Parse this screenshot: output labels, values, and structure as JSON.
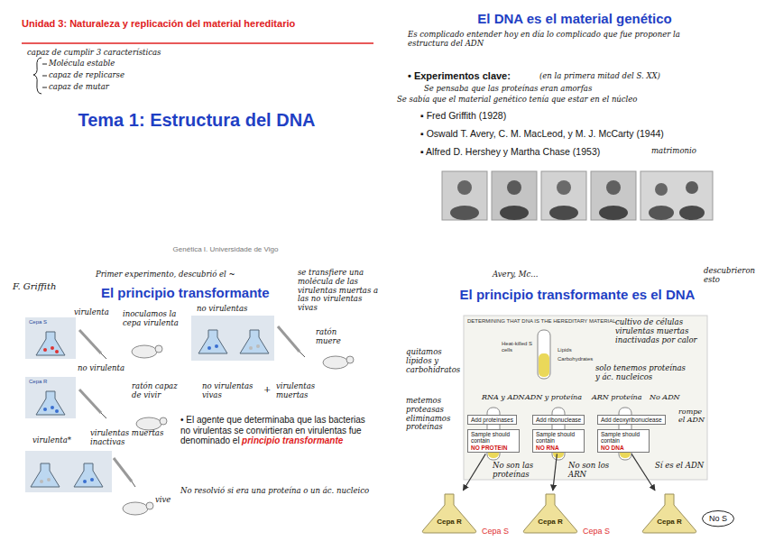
{
  "diagram": {
    "nodes": [
      {
        "text": [
          "Add proteinases"
        ]
      },
      {
        "text": [
          "Sample should contain",
          "NO PROTEIN"
        ]
      },
      {
        "text": [
          "Add ribonuclease"
        ]
      },
      {
        "text": [
          "Sample should contain",
          "NO RNA"
        ]
      },
      {
        "text": [
          "Add deoxyribonuclease"
        ]
      },
      {
        "text": [
          "Sample should contain",
          "NO DNA"
        ]
      },
      {
        "text": [
          "Cepa R"
        ]
      },
      {
        "text": [
          "Cepa R"
        ]
      },
      {
        "text": [
          "Cepa R"
        ]
      },
      {
        "text": [
          "No S"
        ]
      }
    ],
    "edges": [
      {
        "from": 1,
        "to": 6,
        "arrow": "to"
      },
      {
        "from": 3,
        "to": 7,
        "arrow": "to"
      },
      {
        "from": 5,
        "to": 8,
        "arrow": "to"
      }
    ],
    "labels": [
      "Unidad 3: Naturaleza y replicación del material hereditario",
      "capaz de cumplir 3 características",
      "Molécula estable",
      "capaz de replicarse",
      "capaz de mutar",
      "Tema 1: Estructura del DNA",
      "Genética I. Universidade de Vigo",
      "El DNA es el material genético",
      "Es complicado entender hoy en día lo complicado que fue proponer la estructura del ADN",
      "• Experimentos clave:",
      "(en la primera mitad del S. XX)",
      "Se pensaba que las proteínas eran amorfas",
      "Se sabía que el material genético tenía que estar en el núcleo",
      "▪ Fred Griffith (1928)",
      "▪ Oswald T. Avery, C. M. MacLeod, y M. J. McCarty (1944)",
      "▪ Alfred D. Hershey y Martha Chase (1953)",
      "matrimonio",
      "F. Griffith",
      "Primer experimento, descubrió el ~",
      "El principio transformante",
      "se transfiere una molécula de las virulentas muertas a las no virulentas vivas",
      "Cepa S",
      "virulenta",
      "inoculamos la cepa virulenta",
      "no virulenta",
      "Cepa R",
      "ratón capaz de vivir",
      "virulenta*",
      "virulentas muertas inactivas",
      "vive",
      "no virulentas",
      "ratón muere",
      "no virulentas vivas",
      "+",
      "virulentas muertas",
      "• El agente que determinaba que las bacterias no virulentas se convirtieran en virulentas fue denominado el",
      "principio transformante",
      "No resolvió si era una proteína o un ác. nucleico",
      "Avery, Mc...",
      "descubrieron esto",
      "El principio transformante es el DNA",
      "DETERMINING THAT DNA IS THE HEREDITARY MATERIAL",
      "cultivo de células virulentas muertas inactivadas por calor",
      "Heat-killed S cells",
      "Lipids",
      "Carbohydrates",
      "solo tenemos proteínas y ác. nucleicos",
      "quitamos lípidos y carbohidratos",
      "metemos proteasas eliminamos proteínas",
      "RNA y ADN",
      "ADN y proteína",
      "ARN proteína",
      "No ADN",
      "rompe el ADN",
      "No son las proteínas",
      "No son los ARN",
      "Sí es el ADN",
      "Cepa S",
      "Cepa S"
    ]
  }
}
